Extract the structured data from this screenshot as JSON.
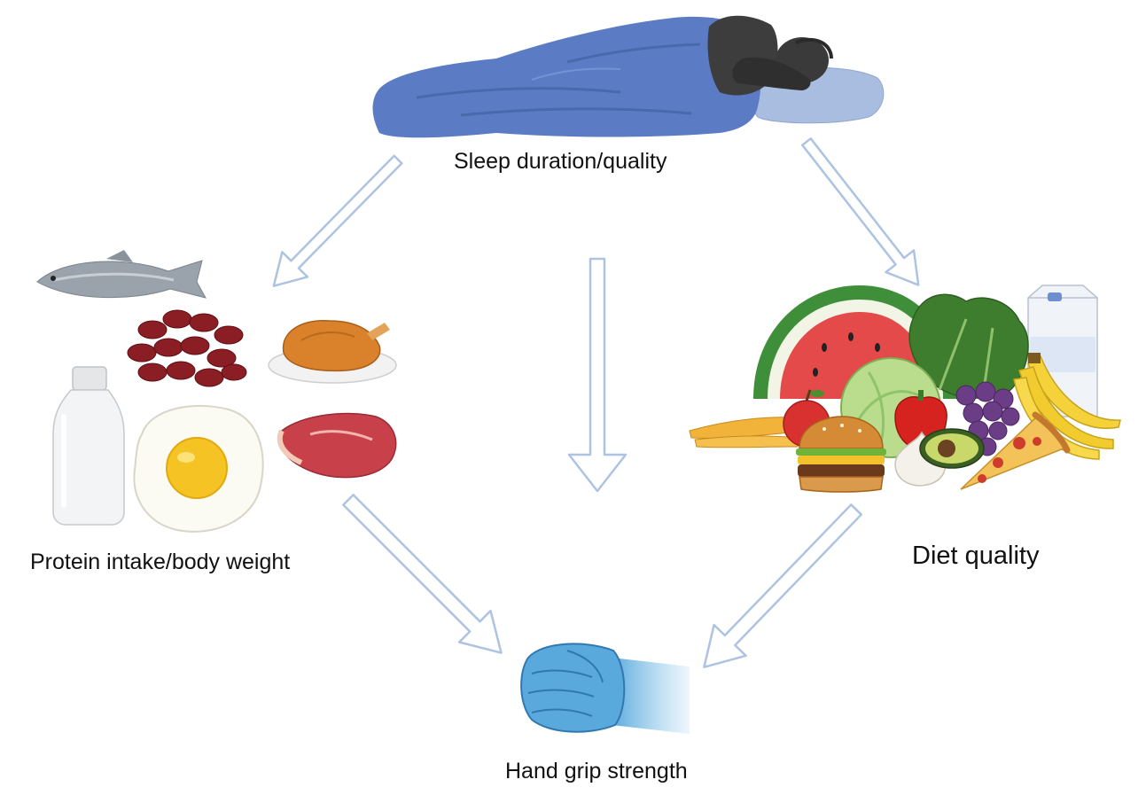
{
  "nodes": {
    "sleep": {
      "label": "Sleep duration/quality",
      "icon": "sleeping-person-icon"
    },
    "protein": {
      "label": "Protein intake/body weight",
      "icon": "protein-foods-icon"
    },
    "diet": {
      "label": "Diet quality",
      "icon": "mixed-foods-icon"
    },
    "grip": {
      "label": "Hand grip strength",
      "icon": "fist-icon"
    }
  },
  "edges": [
    {
      "from": "sleep",
      "to": "protein"
    },
    {
      "from": "sleep",
      "to": "grip"
    },
    {
      "from": "sleep",
      "to": "diet"
    },
    {
      "from": "protein",
      "to": "grip"
    },
    {
      "from": "diet",
      "to": "grip"
    }
  ],
  "colors": {
    "arrow_stroke": "#aec3e2",
    "arrow_fill": "#ffffff",
    "blanket": "#5b7cc4",
    "pillow": "#a9bde0",
    "glove": "#6fb4e0"
  }
}
